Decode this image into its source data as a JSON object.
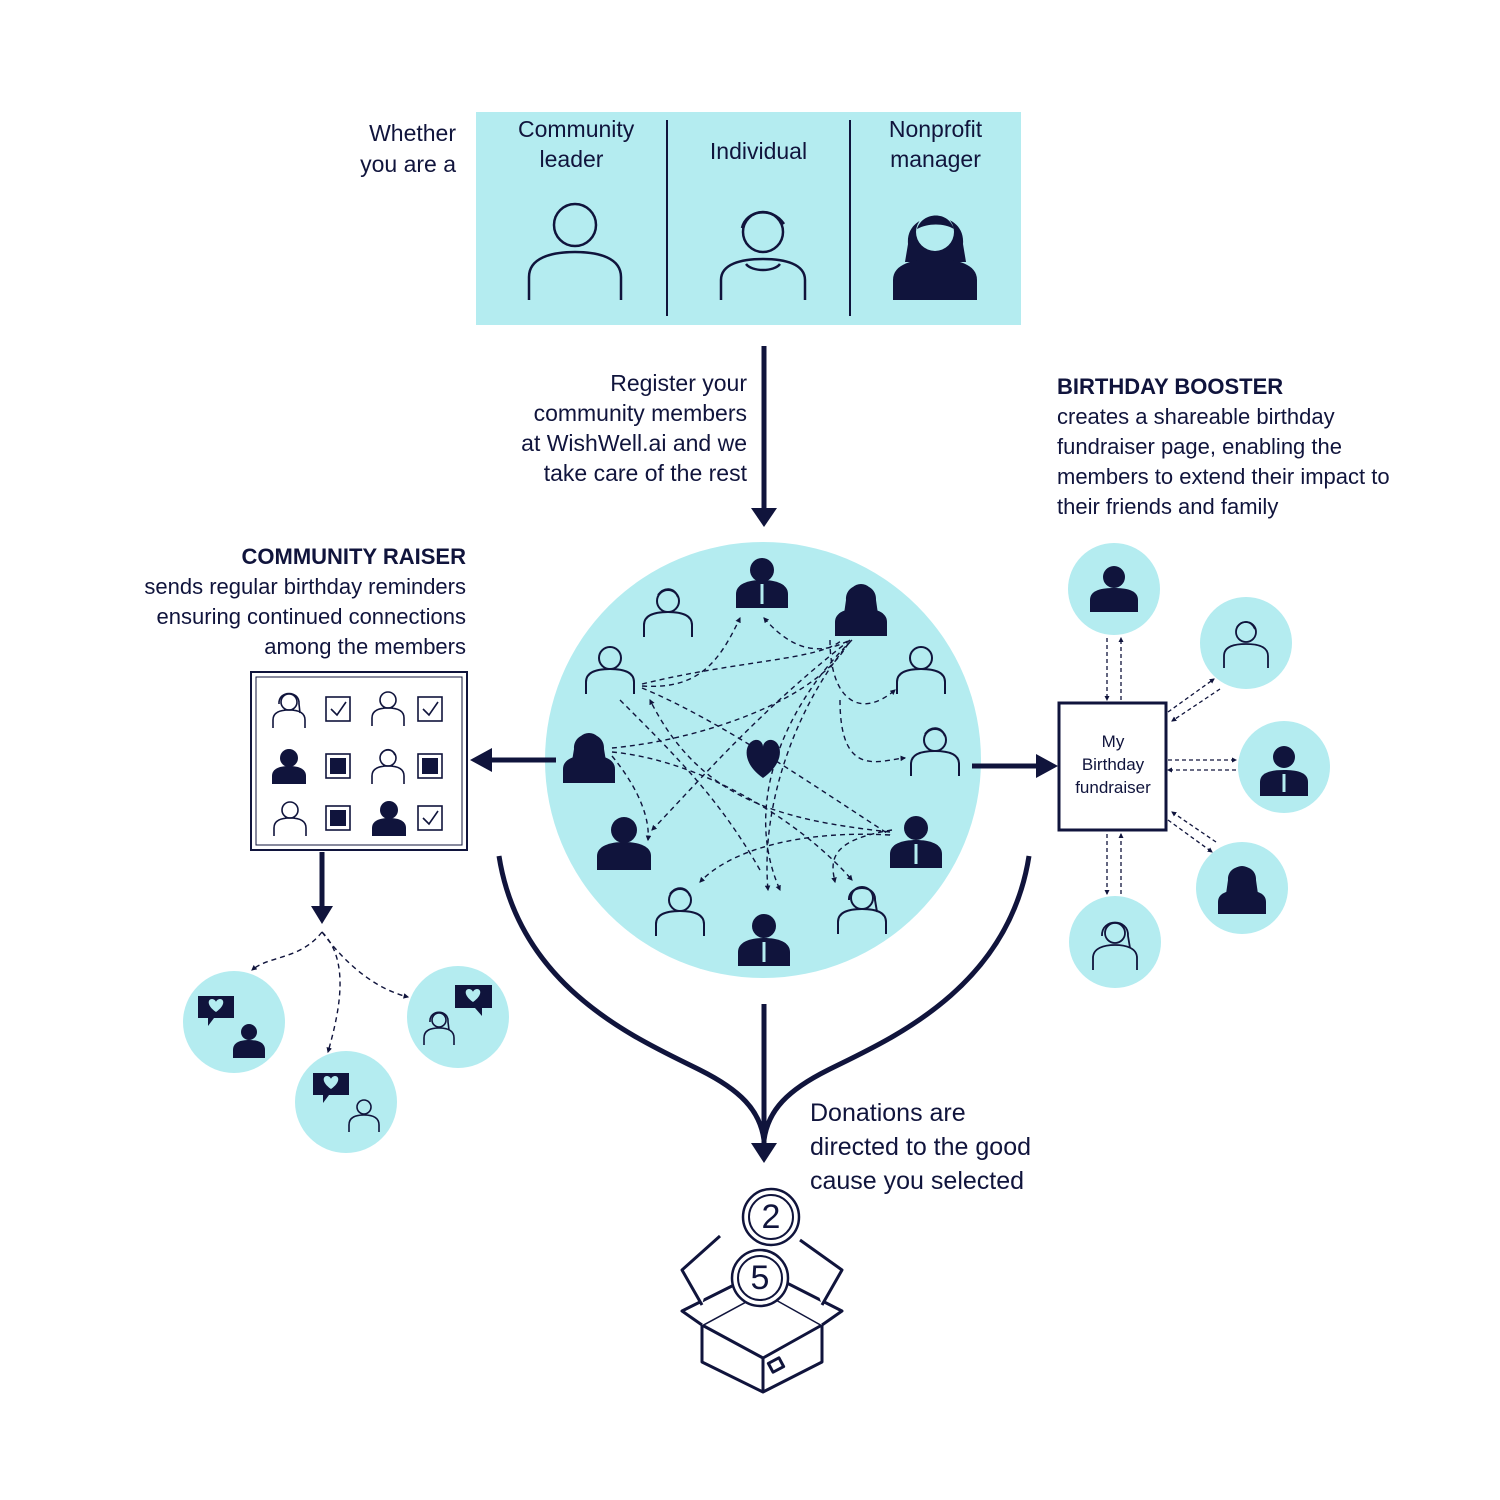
{
  "intro": {
    "line1": "Whether",
    "line2": "you are a"
  },
  "roles": [
    {
      "label": "Community leader",
      "icon": "person-outline-icon"
    },
    {
      "label": "Individual",
      "icon": "person-hair-outline-icon"
    },
    {
      "label": "Nonprofit manager",
      "icon": "woman-filled-icon"
    }
  ],
  "register": {
    "lines": [
      "Register your",
      "community members",
      "at WishWell.ai and we",
      "take care of the rest"
    ]
  },
  "community_raiser": {
    "title": "COMMUNITY RAISER",
    "lines": [
      "sends regular birthday reminders",
      "ensuring continued connections",
      "among the members"
    ]
  },
  "birthday_booster": {
    "title": "BIRTHDAY BOOSTER",
    "lines": [
      "creates a shareable birthday",
      "fundraiser page, enabling the",
      "members to extend their impact to",
      "their friends and family"
    ]
  },
  "fundraiser_page": {
    "lines": [
      "My",
      "Birthday",
      "fundraiser"
    ]
  },
  "donations": {
    "lines": [
      "Donations are",
      "directed to the good",
      "cause you selected"
    ]
  },
  "coins": [
    "2",
    "5"
  ],
  "colors": {
    "navy": "#10143c",
    "aqua": "#b4ecf0",
    "white": "#ffffff"
  }
}
